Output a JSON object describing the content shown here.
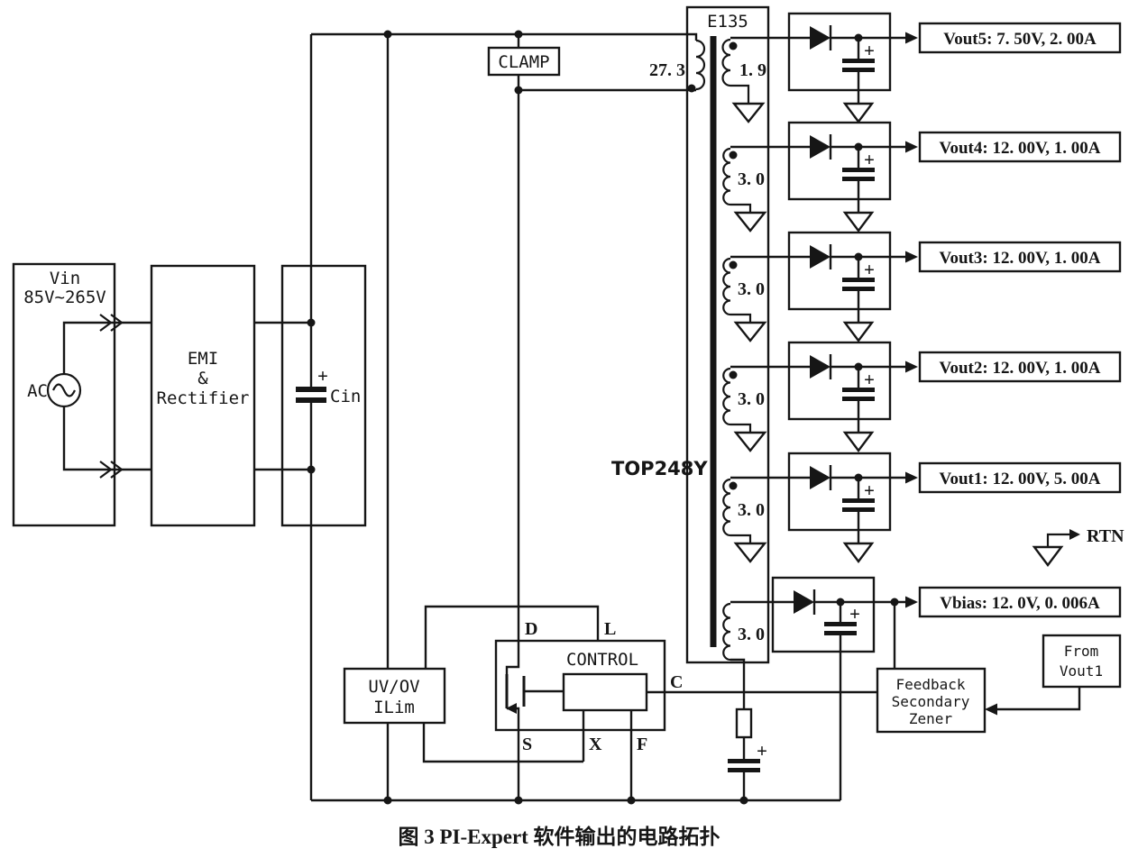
{
  "colors": {
    "ink": "#161616",
    "paper": "#ffffff"
  },
  "vin": {
    "title": "Vin",
    "range": "85V~265V",
    "ac_label": "AC"
  },
  "emi": {
    "line1": "EMI",
    "line2": "&",
    "line3": "Rectifier"
  },
  "cin": {
    "label": "Cin"
  },
  "clamp": {
    "label": "CLAMP"
  },
  "transformer": {
    "core_label": "E135",
    "primary_turns": "27. 3",
    "device": "TOP248Y"
  },
  "switch": {
    "control_label": "CONTROL",
    "pin_d": "D",
    "pin_l": "L",
    "pin_c": "C",
    "pin_s": "S",
    "pin_x": "X",
    "pin_f": "F"
  },
  "uvov": {
    "line1": "UV/OV",
    "line2": "ILim"
  },
  "feedback": {
    "line1": "Feedback",
    "line2": "Secondary",
    "line3": "Zener"
  },
  "from_vout1": {
    "line1": "From",
    "line2": "Vout1"
  },
  "rtn_label": "RTN",
  "plus": "+",
  "outputs": [
    {
      "winding": "1. 9",
      "label": "Vout5: 7. 50V, 2. 00A"
    },
    {
      "winding": "3. 0",
      "label": "Vout4: 12. 00V, 1. 00A"
    },
    {
      "winding": "3. 0",
      "label": "Vout3: 12. 00V, 1. 00A"
    },
    {
      "winding": "3. 0",
      "label": "Vout2: 12. 00V, 1. 00A"
    },
    {
      "winding": "3. 0",
      "label": "Vout1: 12. 00V, 5. 00A"
    },
    {
      "winding": "3. 0",
      "label": "Vbias: 12. 0V, 0. 006A"
    }
  ],
  "caption": "图 3  PI-Expert 软件输出的电路拓扑"
}
